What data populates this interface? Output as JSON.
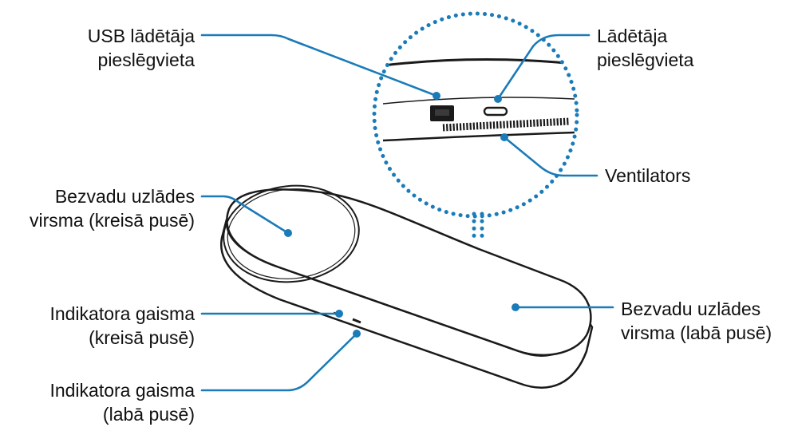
{
  "colors": {
    "accent": "#1a7bb8",
    "outline": "#1a1a1a"
  },
  "labels": {
    "usb_port": {
      "line1": "USB lādētāja",
      "line2": "pieslēgvieta"
    },
    "charger_port": {
      "line1": "Lādētāja",
      "line2": "pieslēgvieta"
    },
    "fan": {
      "line1": "Ventilators"
    },
    "wireless_left": {
      "line1": "Bezvadu uzlādes",
      "line2": "virsma (kreisā pusē)"
    },
    "wireless_right": {
      "line1": "Bezvadu uzlādes",
      "line2": "virsma (labā pusē)"
    },
    "indicator_left": {
      "line1": "Indikatora gaisma",
      "line2": "(kreisā pusē)"
    },
    "indicator_right": {
      "line1": "Indikatora gaisma",
      "line2": "(labā pusē)"
    }
  }
}
